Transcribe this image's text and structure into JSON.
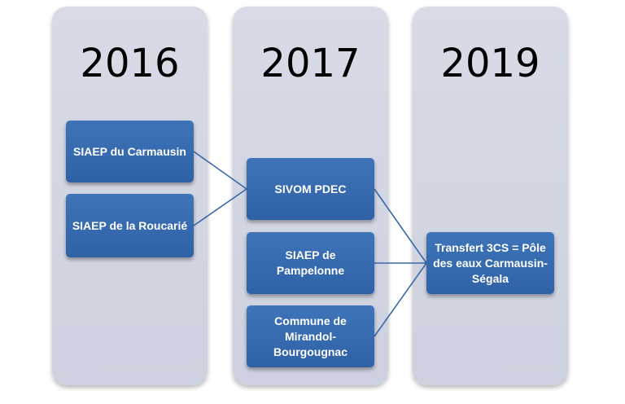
{
  "columns": [
    {
      "year": "2016"
    },
    {
      "year": "2017"
    },
    {
      "year": "2019"
    }
  ],
  "boxes": {
    "carmausin": "SIAEP du Carmausin",
    "roucarie": "SIAEP de la Roucarié",
    "sivom": "SIVOM PDEC",
    "pampelonne": "SIAEP de Pampelonne",
    "mirandol": "Commune de Mirandol-Bourgougnac",
    "transfert": "Transfert 3CS = Pôle des eaux Carmausin-Ségala"
  },
  "colors": {
    "column_bg": "#d2d6e2",
    "box_bg": "#3769ad",
    "box_text": "#ffffff",
    "connector": "#3a67a8"
  }
}
